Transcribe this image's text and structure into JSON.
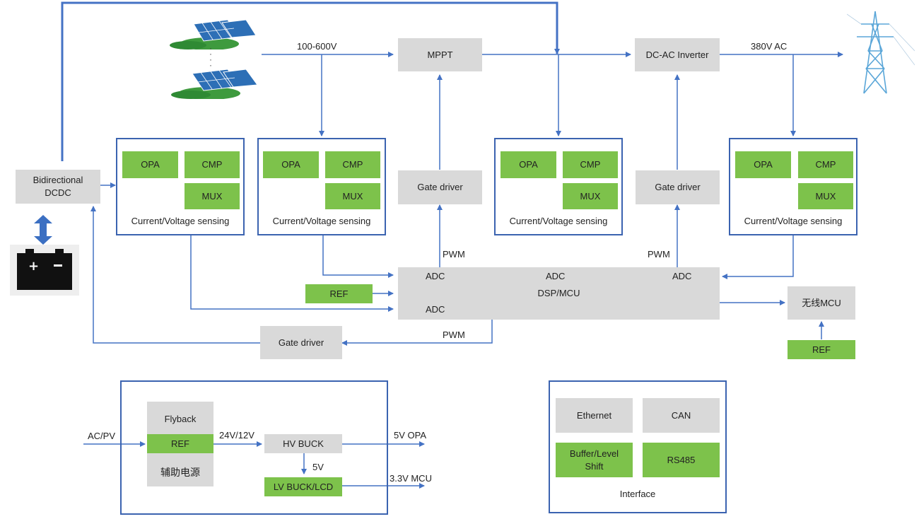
{
  "sources": {
    "pv_voltage": "100-600V",
    "ac_voltage": "380V AC"
  },
  "blocks": {
    "mppt": "MPPT",
    "inverter": "DC-AC Inverter",
    "bidirectional": "Bidirectional DCDC",
    "gate_driver": "Gate driver",
    "dsp": "DSP/MCU",
    "wireless_mcu": "无线MCU",
    "ref": "REF"
  },
  "sensing": {
    "opa": "OPA",
    "cmp": "CMP",
    "mux": "MUX",
    "caption": "Current/Voltage sensing"
  },
  "signals": {
    "pwm": "PWM",
    "adc": "ADC"
  },
  "power_supply": {
    "input": "AC/PV",
    "flyback": "Flyback",
    "ref": "REF",
    "aux": "辅助电源",
    "rail_hv": "24V/12V",
    "hv_buck": "HV BUCK",
    "rail_5v": "5V",
    "lv_buck": "LV BUCK/LCD",
    "out_opa": "5V   OPA",
    "out_mcu": "3.3V MCU"
  },
  "interface": {
    "ethernet": "Ethernet",
    "can": "CAN",
    "buffer": "Buffer/Level Shift",
    "rs485": "RS485",
    "caption": "Interface"
  },
  "colors": {
    "wire": "#4472c4",
    "frame": "#3b63b0",
    "gray_block": "#d9d9d9",
    "green_block": "#7dc24b"
  },
  "icons": [
    "solar-panel-icon",
    "battery-icon",
    "transmission-tower-icon",
    "double-arrow-icon"
  ]
}
